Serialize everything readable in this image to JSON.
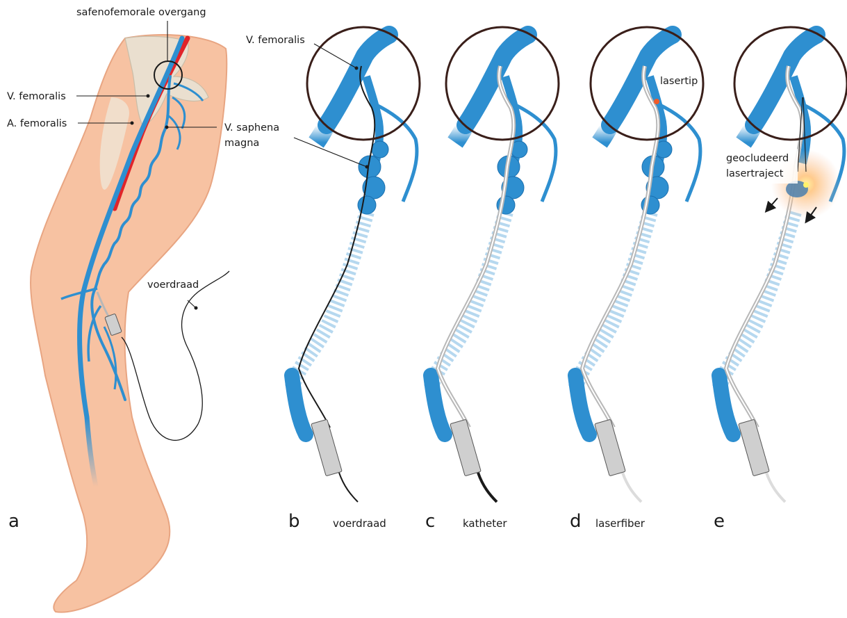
{
  "colors": {
    "skin": "#f7c2a2",
    "skin_edge": "#e8a582",
    "bone": "#eadfcf",
    "vein": "#2e8fd0",
    "vein_dark": "#1b6fae",
    "artery": "#e0242a",
    "circle": "#3a1f1a",
    "catheter": "#b8b8b8",
    "laser_glow": "#ffd37a",
    "laser_tip": "#f05a28"
  },
  "labels": {
    "safeno": "safenofemorale overgang",
    "v_fem_a": "V. femoralis",
    "a_fem": "A. femoralis",
    "v_saph_1": "V. saphena",
    "v_saph_2": "magna",
    "voerdraad_a": "voerdraad",
    "v_fem_b": "V. femoralis",
    "lasertip": "lasertip",
    "geocc_1": "geocludeerd",
    "geocc_2": "lasertraject"
  },
  "panels": [
    {
      "letter": "a",
      "caption": ""
    },
    {
      "letter": "b",
      "caption": "voerdraad"
    },
    {
      "letter": "c",
      "caption": "katheter"
    },
    {
      "letter": "d",
      "caption": "laserfiber"
    },
    {
      "letter": "e",
      "caption": ""
    }
  ],
  "icons": {
    "arrow": "arrow-down-left-icon"
  }
}
